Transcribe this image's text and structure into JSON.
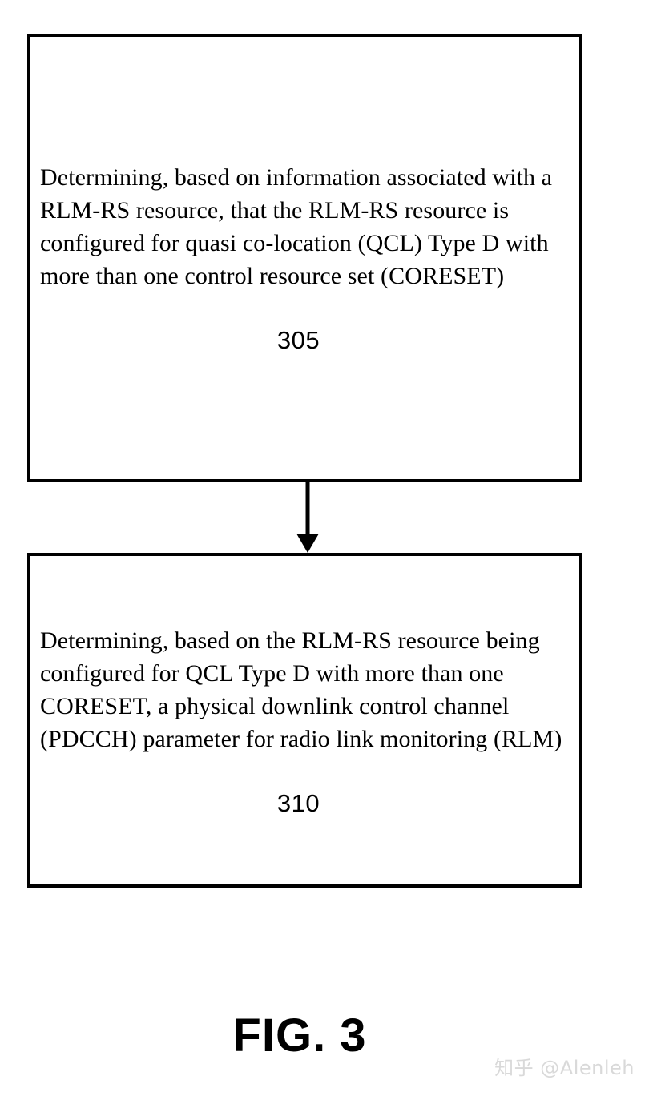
{
  "figure": {
    "caption": "FIG. 3",
    "background_color": "#ffffff",
    "stroke_color": "#000000",
    "watermark": "知乎 @Alenleh",
    "watermark_color": "#d9d9d9"
  },
  "steps": [
    {
      "id": "305",
      "reference_number": "305",
      "text": "Determining, based on information associated with a RLM-RS resource, that the RLM-RS resource is configured for quasi co-location (QCL) Type D with more than one control resource set (CORESET)"
    },
    {
      "id": "310",
      "reference_number": "310",
      "text": "Determining, based on the RLM-RS resource being configured for QCL Type D with more than one CORESET, a physical downlink control channel (PDCCH) parameter for radio link monitoring (RLM)"
    }
  ],
  "connector": {
    "from": "305",
    "to": "310",
    "style": "solid-arrow-down"
  }
}
